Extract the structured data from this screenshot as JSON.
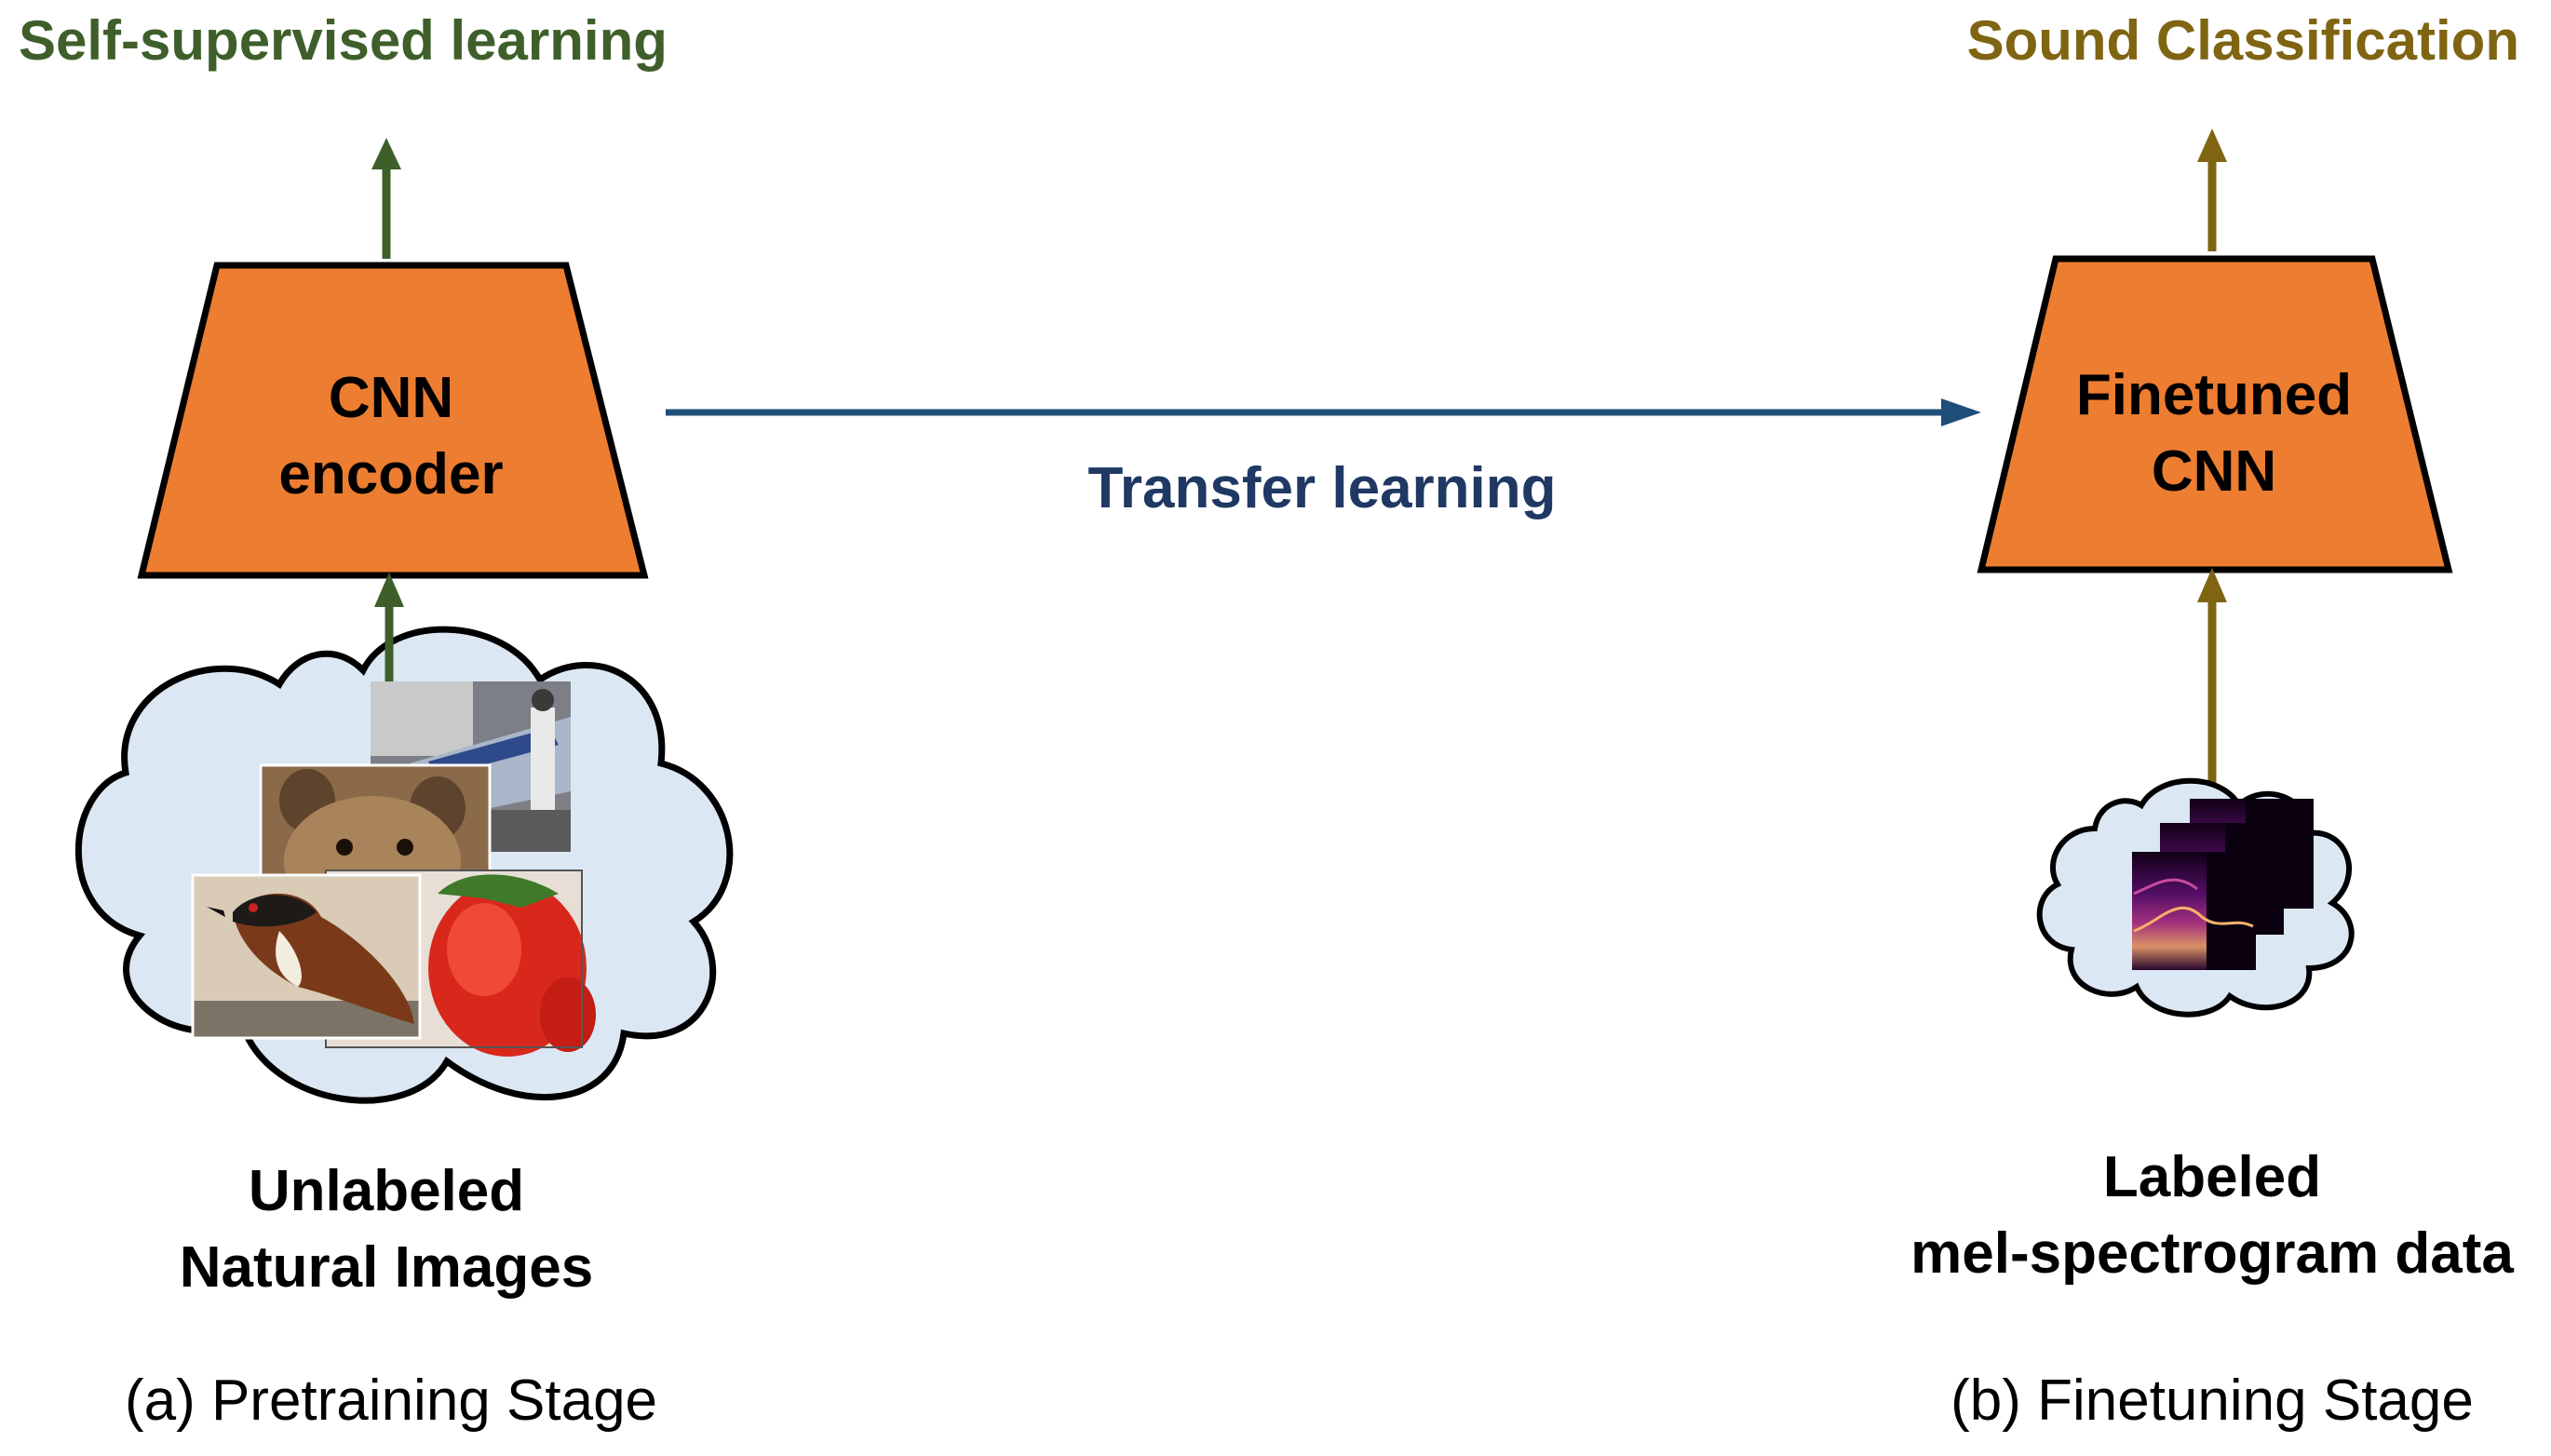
{
  "left": {
    "output_label": "Self-supervised learning",
    "encoder_line1": "CNN",
    "encoder_line2": "encoder",
    "data_line1": "Unlabeled",
    "data_line2": "Natural Images",
    "stage_caption": "(a) Pretraining Stage"
  },
  "middle": {
    "transfer_label": "Transfer learning"
  },
  "right": {
    "output_label": "Sound Classification",
    "model_line1": "Finetuned",
    "model_line2": "CNN",
    "data_line1": "Labeled",
    "data_line2": "mel-spectrogram data",
    "stage_caption": "(b) Finetuning Stage"
  },
  "colors": {
    "green": "#3f5f2a",
    "gold": "#7f6412",
    "blue": "#1f4e79",
    "navy": "#1f3864",
    "orange": "#ed7d31",
    "cloud": "#dce7f4"
  }
}
